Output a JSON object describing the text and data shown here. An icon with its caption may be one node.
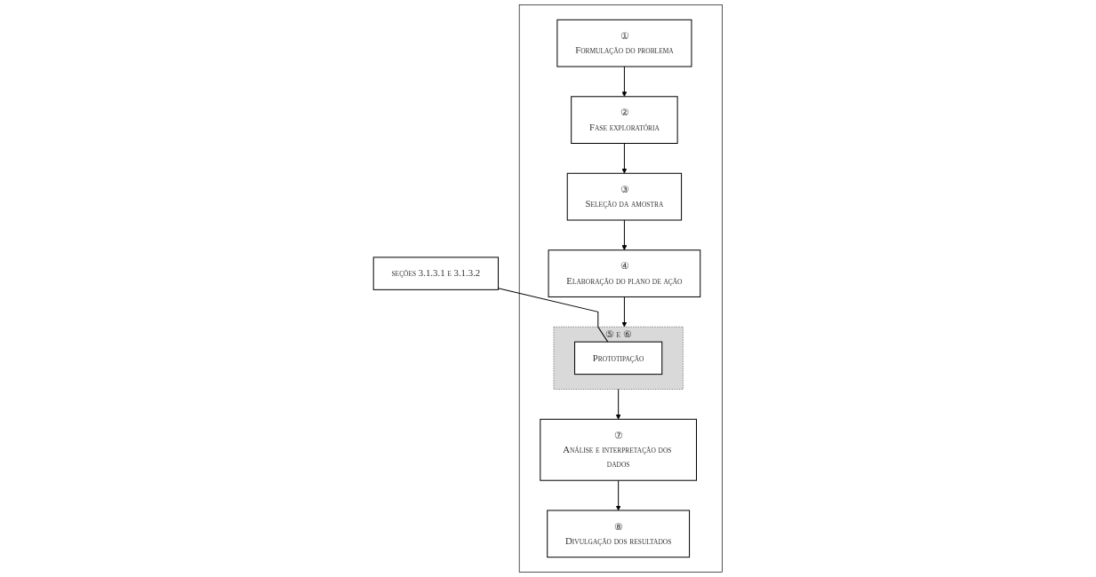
{
  "diagram": {
    "nodes": [
      {
        "text": [],
        "shape": "box"
      },
      {
        "text": [
          "seções 3.1.3.1 e 3.1.3.2"
        ]
      },
      {
        "text": [
          "①",
          "Formulação do problema"
        ],
        "in": 0
      },
      {
        "text": [
          "②",
          "Fase exploratória"
        ],
        "in": 0
      },
      {
        "text": [
          "③",
          "Seleção da amostra"
        ],
        "in": 0
      },
      {
        "text": [
          "⑤ e ⑥"
        ],
        "in": 0
      },
      {
        "text": [
          "Prototipação"
        ],
        "in": 5
      },
      {
        "text": [
          "④",
          "Elaboração do plano de ação"
        ],
        "in": 0
      },
      {
        "text": [
          "⑦",
          "Análise e interpretação dos dados"
        ],
        "in": 0
      },
      {
        "text": [
          "⑧",
          "Divulgação dos resultados"
        ],
        "in": 0
      }
    ],
    "edges": [
      {
        "from": 2,
        "to": 3,
        "arrow": "to"
      },
      {
        "from": 3,
        "to": 4,
        "arrow": "to"
      },
      {
        "from": 4,
        "to": 7,
        "arrow": "to"
      },
      {
        "from": 7,
        "to": 5,
        "arrow": "to"
      },
      {
        "from": 5,
        "to": 8,
        "arrow": "to"
      },
      {
        "from": 8,
        "to": 9,
        "arrow": "to"
      },
      {
        "from": 1,
        "to": 6,
        "arrow": "none"
      }
    ]
  }
}
